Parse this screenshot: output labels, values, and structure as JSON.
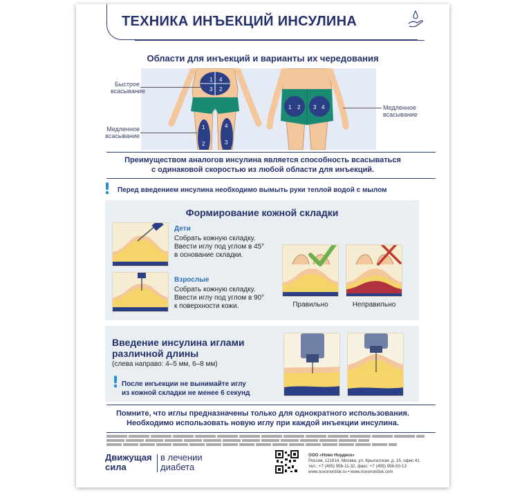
{
  "title": "ТЕХНИКА ИНЪЕКЦИЙ ИНСУЛИНА",
  "subtitle": "Области для инъекций и варианты их чередования",
  "zones": {
    "fast_label_1": "Быстрое",
    "fast_label_2": "всасывание",
    "slow_left_1": "Медленное",
    "slow_left_2": "всасывание",
    "slow_right_1": "Медленное",
    "slow_right_2": "всасывание",
    "abdomen_numbers": [
      "1",
      "2",
      "3",
      "4"
    ],
    "thigh_left_numbers": [
      "1",
      "2"
    ],
    "thigh_right_numbers": [
      "3",
      "4"
    ],
    "buttocks_numbers": [
      "1",
      "2",
      "3",
      "4"
    ]
  },
  "advantage_line1": "Преимуществом аналогов инсулина является способность всасываться",
  "advantage_line2": "с одинаковой скоростью из любой области для инъекций.",
  "wash_hands": "Перед введением инсулина необходимо вымыть руки теплой водой с мылом",
  "skinfold": {
    "title": "Формирование кожной складки",
    "children_head": "Дети",
    "children_text_1": "Собрать кожную складку.",
    "children_text_2": "Ввести иглу под углом в 45°",
    "children_text_3": "в основание складки.",
    "adults_head": "Взрослые",
    "adults_text_1": "Собрать кожную складку.",
    "adults_text_2": "Ввести иглу под углом в 90°",
    "adults_text_3": "к поверхности кожи.",
    "correct": "Правильно",
    "incorrect": "Неправильно"
  },
  "needles": {
    "title_1": "Введение инсулина иглами",
    "title_2": "различной длины",
    "sub": "(слева направо: 4–5 мм, 6–8 мм)",
    "after_1": "После инъекции не вынимайте иглу",
    "after_2": "из кожной складки не менее 6 секунд"
  },
  "reminder_1": "Помните, что иглы предназначены только для однократного использования.",
  "reminder_2": "Необходимо использовать новую иглу при каждой инъекции инсулина.",
  "brand": {
    "line1": "Движущая",
    "line2": "сила",
    "line3": "в лечении",
    "line4": "диабета"
  },
  "company": {
    "name": "ООО «Ново Нордиск»",
    "address": "Россия, 121614, Москва, ул. Крылатская, д. 15, офис 41",
    "phone": "тел.: +7 (495) 956-11-32, факс: +7 (495) 956-50-13",
    "web": "www.novonordisk.ru  •  www.novonordisk.com"
  },
  "colors": {
    "navy": "#232f6b",
    "accent_blue": "#1f8ad0",
    "zone_green": "#1b8a73",
    "zone_blue": "#2a3f86",
    "skin": "#f3c79b",
    "fat": "#f5d56a",
    "check_green": "#6ab04c",
    "cross_red": "#c0392b"
  }
}
